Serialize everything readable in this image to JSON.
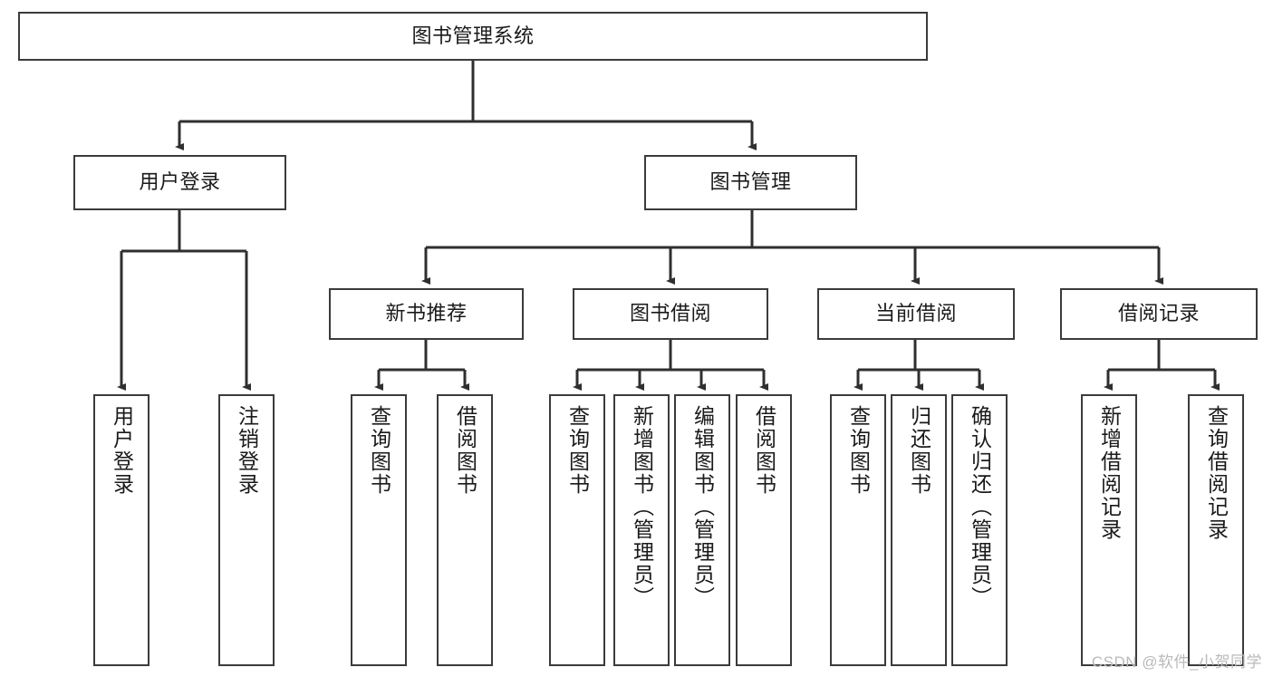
{
  "diagram": {
    "title": "图书管理系统",
    "type": "tree-hierarchy",
    "background_color": "#ffffff",
    "line_color": "#3b3b3b",
    "nodes": {
      "root": {
        "label": "图书管理系统"
      },
      "level2": [
        {
          "id": "user-login",
          "label": "用户登录"
        },
        {
          "id": "book-management",
          "label": "图书管理"
        }
      ],
      "level3": [
        {
          "id": "new-book-recommend",
          "label": "新书推荐"
        },
        {
          "id": "book-borrow",
          "label": "图书借阅"
        },
        {
          "id": "current-borrow",
          "label": "当前借阅"
        },
        {
          "id": "borrow-record",
          "label": "借阅记录"
        }
      ],
      "leaves": {
        "user-login": [
          {
            "id": "leaf-user-login",
            "label": "用户登录"
          },
          {
            "id": "leaf-logout-login",
            "label": "注销登录"
          }
        ],
        "new-book-recommend": [
          {
            "id": "leaf-query-book-1",
            "label": "查询图书"
          },
          {
            "id": "leaf-borrow-book-1",
            "label": "借阅图书"
          }
        ],
        "book-borrow": [
          {
            "id": "leaf-query-book-2",
            "label": "查询图书"
          },
          {
            "id": "leaf-add-book",
            "label": "新增图书（管理员）"
          },
          {
            "id": "leaf-edit-book",
            "label": "编辑图书（管理员）"
          },
          {
            "id": "leaf-borrow-book-2",
            "label": "借阅图书"
          }
        ],
        "current-borrow": [
          {
            "id": "leaf-query-book-3",
            "label": "查询图书"
          },
          {
            "id": "leaf-return-book",
            "label": "归还图书"
          },
          {
            "id": "leaf-confirm-return",
            "label": "确认归还（管理员）"
          }
        ],
        "borrow-record": [
          {
            "id": "leaf-add-record",
            "label": "新增借阅记录"
          },
          {
            "id": "leaf-query-record",
            "label": "查询借阅记录"
          }
        ]
      }
    }
  },
  "watermark": {
    "text": "CSDN @软件_小贺同学"
  }
}
